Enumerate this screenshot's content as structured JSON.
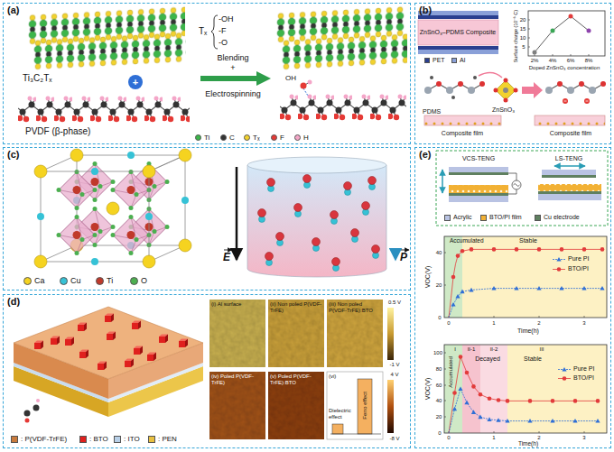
{
  "diagram": {
    "nodes": [
      {
        "text": [
          "(a)"
        ]
      },
      {
        "text": [
          "(b)"
        ]
      },
      {
        "text": [
          "(c)"
        ]
      },
      {
        "text": [
          "(d)"
        ]
      },
      {
        "text": [
          "(e)"
        ]
      }
    ],
    "labels": [
      "+",
      "Ti₃C₂Tₓ",
      "Tₓ",
      "-OH",
      "-F",
      "-O",
      "Blending",
      "+",
      "Electrospinning",
      "OH",
      "PVDF (β-phase)",
      "ZnSnO₃–PDMS Composite",
      "Surface charge (10⁻⁶ C)",
      "20",
      "15",
      "10",
      "5",
      "2%",
      "4%",
      "6%",
      "8%",
      "Doped ZnSnO₃ concentration",
      "PDMS",
      "ZnSnO₃",
      "Composite film",
      "Composite film",
      "E",
      "P",
      "(i) Al surface",
      "(ii) Non poled P(VDF-TrFE)",
      "(iii) Non poled P(VDF-TrFE):BTO",
      "0.5 V",
      "-1 V",
      "(iv) Poled P(VDF-TrFE)",
      "(v) Poled P(VDF-TrFE):BTO",
      "(vi)",
      "Dielectric effect",
      "Ferro effect",
      "4 V",
      "-8 V",
      "VCS-TENG",
      "LS-TENG",
      "VOC(V)",
      "40",
      "20",
      "0",
      "Accumulated",
      "Stable",
      "0",
      "1",
      "2",
      "3",
      "Time(h)",
      "VOC(V)",
      "100",
      "80",
      "60",
      "40",
      "20",
      "0",
      "I",
      "II-1",
      "II-2",
      "III",
      "Accumulated",
      "Decayed",
      "Stable",
      "0",
      "1",
      "2",
      "3",
      "Time(h)"
    ],
    "legend": [
      {
        "text": "Ti",
        "color": "#3cb54a"
      },
      {
        "text": "C",
        "color": "#333333"
      },
      {
        "text": "Tₓ",
        "color": "#f2d22e"
      },
      {
        "text": "F",
        "color": "#e53935"
      },
      {
        "text": "H",
        "color": "#f4a6c8"
      },
      {
        "text": "PET",
        "color": "#2a3f8f"
      },
      {
        "text": "Al",
        "color": "#8aa0d8"
      },
      {
        "text": "Ca",
        "color": "#f5d320"
      },
      {
        "text": "Cu",
        "color": "#36c2d6"
      },
      {
        "text": "Ti",
        "color": "#c0392b"
      },
      {
        "text": "O",
        "color": "#4caf50"
      },
      {
        "text": ": P(VDF-TrFE)",
        "color": "#c97b3d"
      },
      {
        "text": ": BTO",
        "color": "#e0201e"
      },
      {
        "text": ": ITO",
        "color": "#b8d0e8"
      },
      {
        "text": ": PEN",
        "color": "#e8c040"
      },
      {
        "text": "Acrylic",
        "color": "#b9c3e3"
      },
      {
        "text": "BTO/PI film",
        "color": "#f2b134"
      },
      {
        "text": "Cu electrode",
        "color": "#5f8060"
      },
      {
        "text": "Pure PI"
      },
      {
        "text": "BTO/PI"
      },
      {
        "text": "Pure PI"
      },
      {
        "text": "BTO/PI"
      }
    ]
  }
}
